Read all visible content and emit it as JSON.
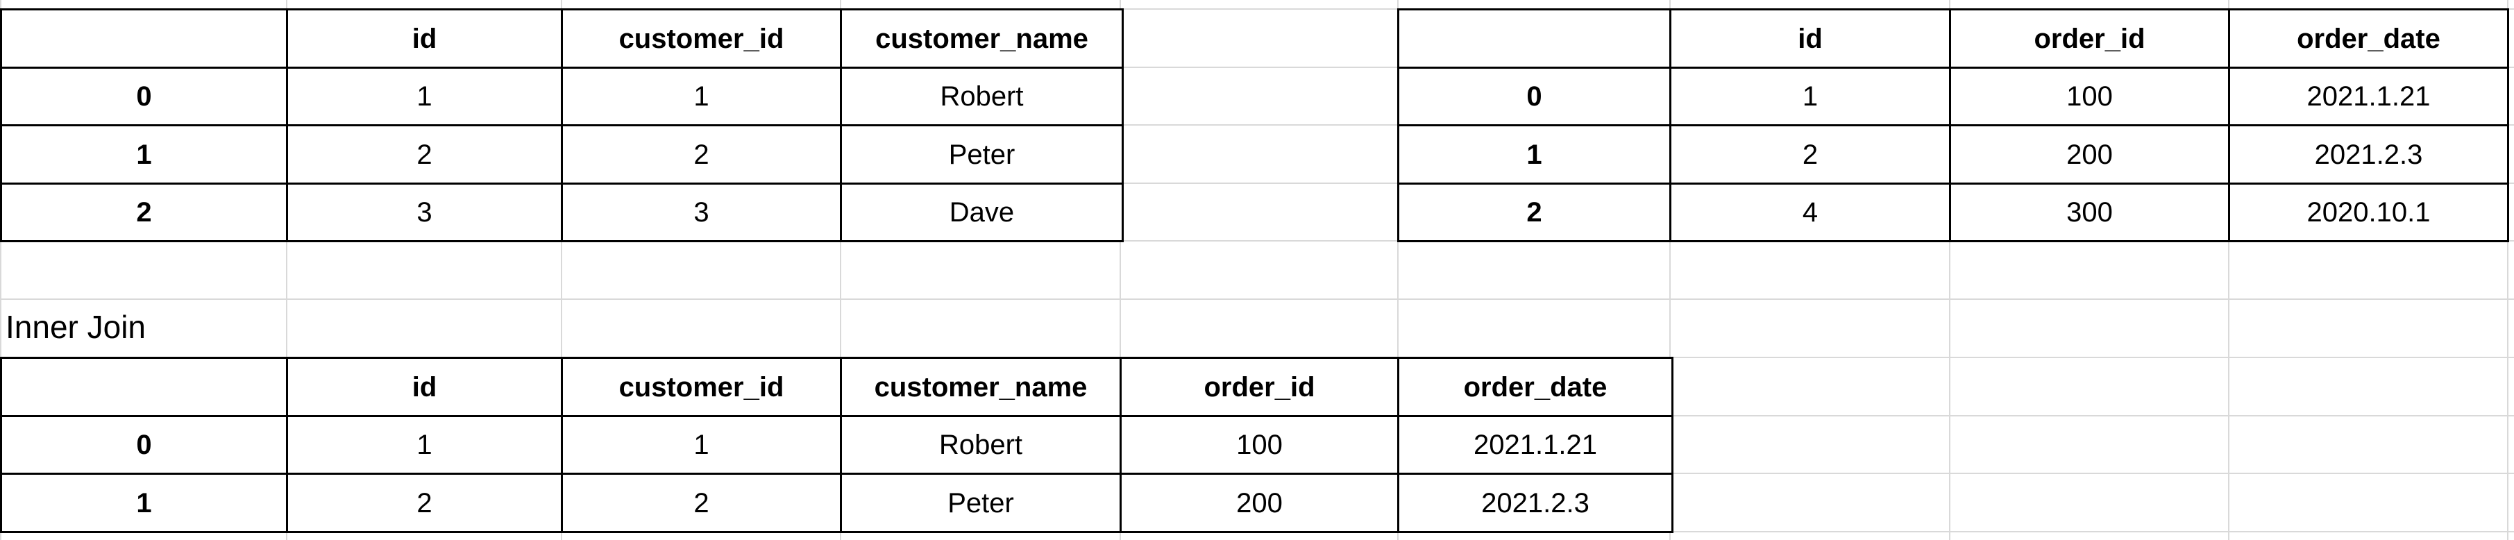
{
  "app": {
    "kind": "spreadsheet",
    "colors": {
      "header_fill": "#fcf0cd",
      "index_fill": "#fcf0cd",
      "highlight_fill": "#dcedda",
      "plain_fill": "#ffffff",
      "header_text": "#1f4e79",
      "body_text": "#000000",
      "table_border": "#000000",
      "gridline": "#d9d9d9"
    }
  },
  "captions": {
    "inner_join": "Inner Join"
  },
  "tables": {
    "customers": {
      "name": "customers-table",
      "columns": [
        "",
        "id",
        "customer_id",
        "customer_name"
      ],
      "rows": [
        {
          "index": "0",
          "cells": [
            "1",
            "1",
            "Robert"
          ],
          "highlighted": true
        },
        {
          "index": "1",
          "cells": [
            "2",
            "2",
            "Peter"
          ],
          "highlighted": true
        },
        {
          "index": "2",
          "cells": [
            "3",
            "3",
            "Dave"
          ],
          "highlighted": false
        }
      ]
    },
    "orders": {
      "name": "orders-table",
      "columns": [
        "",
        "id",
        "order_id",
        "order_date"
      ],
      "rows": [
        {
          "index": "0",
          "cells": [
            "1",
            "100",
            "2021.1.21"
          ],
          "highlighted": true
        },
        {
          "index": "1",
          "cells": [
            "2",
            "200",
            "2021.2.3"
          ],
          "highlighted": true
        },
        {
          "index": "2",
          "cells": [
            "4",
            "300",
            "2020.10.1"
          ],
          "highlighted": false
        }
      ]
    },
    "inner_join_result": {
      "name": "inner-join-result-table",
      "columns": [
        "",
        "id",
        "customer_id",
        "customer_name",
        "order_id",
        "order_date"
      ],
      "rows": [
        {
          "index": "0",
          "cells": [
            "1",
            "1",
            "Robert",
            "100",
            "2021.1.21"
          ],
          "highlighted": true
        },
        {
          "index": "1",
          "cells": [
            "2",
            "2",
            "Peter",
            "200",
            "2021.2.3"
          ],
          "highlighted": true
        }
      ]
    }
  }
}
